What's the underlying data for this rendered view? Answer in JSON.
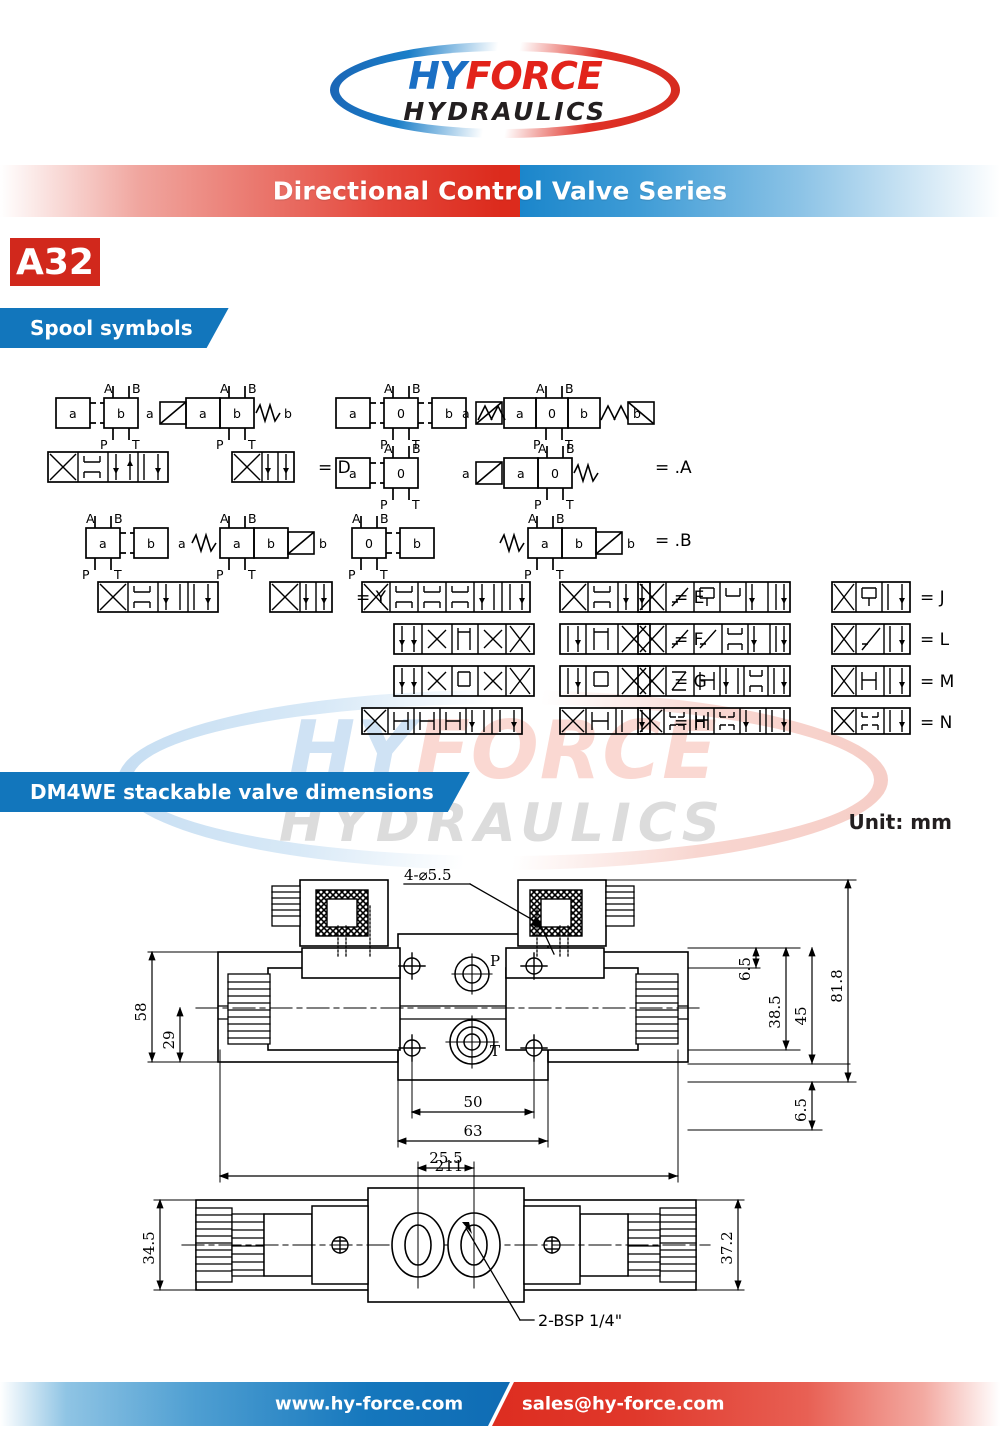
{
  "logo": {
    "part1": "HY",
    "part2": "FORCE",
    "line2": "HYDRAULICS",
    "blue": "#1a6fc4",
    "red": "#e2231a"
  },
  "header": {
    "title": "Directional Control Valve Series",
    "red": "#dc2b1d",
    "blue": "#1b86cb"
  },
  "badge": {
    "code": "A32",
    "color": "#d1281c"
  },
  "sections": {
    "spool_symbols": "Spool symbols",
    "dimensions": "DM4WE stackable valve dimensions",
    "unit": "Unit: mm",
    "tab_color": "#1276bc"
  },
  "watermark": {
    "part1": "HY",
    "part2": "FORCE",
    "line2": "HYDRAULICS"
  },
  "spool": {
    "port_labels": {
      "a": "a",
      "b": "b",
      "zero": "0",
      "A": "A",
      "B": "B",
      "P": "P",
      "T": "T"
    },
    "rows": [
      {
        "code": "= D",
        "detail_top": "2-position double-box (a / b) spring centred, solenoid a with spring b"
      },
      {
        "code": "= .A",
        "detail_top": "3-position a / 0 with solenoid a and spring"
      },
      {
        "code": "= Y",
        "detail_top": "2-position a / b with solenoid a and spring b"
      },
      {
        "code": "= .B",
        "detail_top": "3-position 0 / b with spring and solenoid b"
      },
      {
        "code": "= E"
      },
      {
        "code": "= F"
      },
      {
        "code": "= G"
      },
      {
        "code": "= H"
      },
      {
        "code": "= J"
      },
      {
        "code": "= L"
      },
      {
        "code": "= M"
      },
      {
        "code": "= N"
      }
    ]
  },
  "drawing": {
    "dimensions": {
      "height_overall": "58",
      "centreline_height": "29",
      "bolt_spacing": "50",
      "body_width": "63",
      "length_overall": "211",
      "mount_offset_top": "6.5",
      "port_height_38_5": "38.5",
      "port_height_45": "45",
      "total_height": "81.8",
      "mount_offset_bottom": "6.5",
      "plan_width_left": "34.5",
      "plan_port_spacing": "25.5",
      "plan_width_right": "37.2"
    },
    "callouts": {
      "mounting_holes": "4-⌀5.5",
      "ports_thread": "2-BSP 1/4\"",
      "port_p": "P",
      "port_t": "T"
    }
  },
  "footer": {
    "website": "www.hy-force.com",
    "email": "sales@hy-force.com",
    "blue": "#0f6cb4",
    "red": "#dd2d20"
  }
}
